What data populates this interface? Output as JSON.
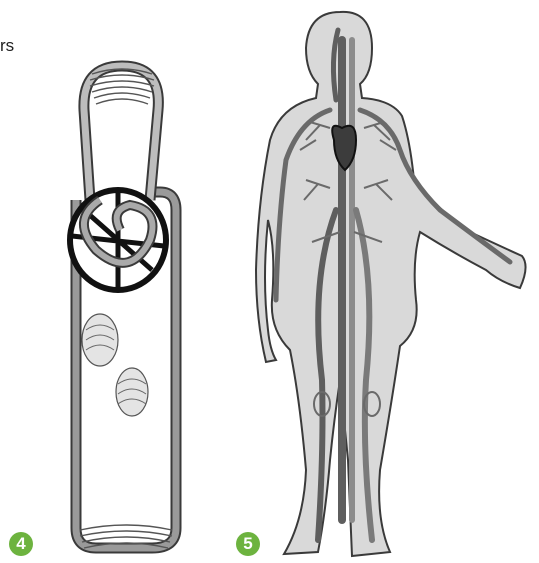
{
  "fragment_text": "rs",
  "panels": [
    {
      "number": "4"
    },
    {
      "number": "5"
    }
  ],
  "colors": {
    "badge": "#6db33f",
    "vessel_dark": "#6e6e6e",
    "vessel_light": "#b4b4b4",
    "outline": "#3a3a3a",
    "body_fill": "#d9d9d9",
    "heart": "#111111"
  }
}
